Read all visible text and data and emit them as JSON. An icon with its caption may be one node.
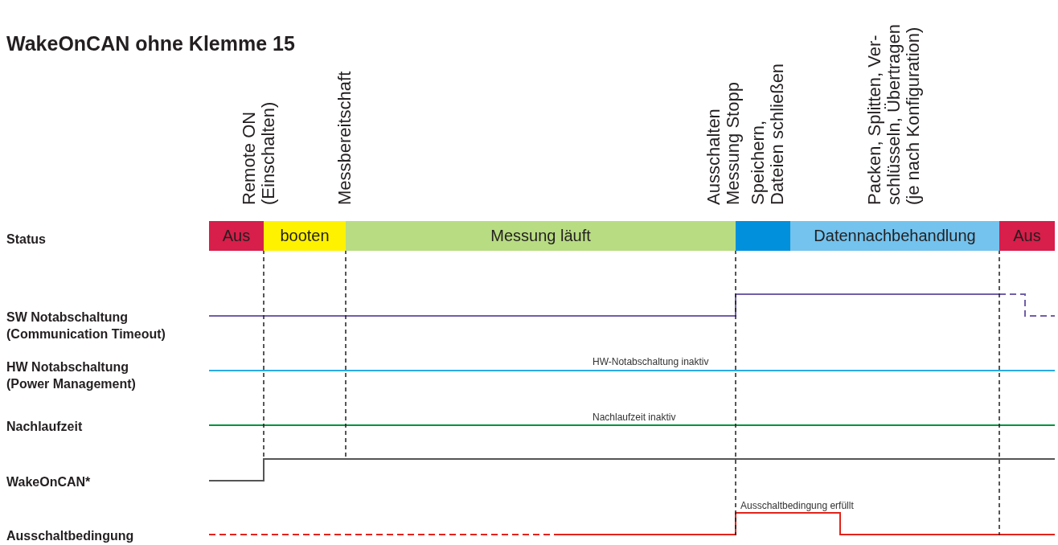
{
  "diagram": {
    "title": "WakeOnCAN ohne Klemme 15",
    "nodes": [
      {
        "text": [
          "Aus"
        ]
      },
      {
        "text": [
          "booten"
        ]
      },
      {
        "text": [
          "Messung läuft"
        ]
      },
      {
        "text": [],
        "shape": "bar"
      },
      {
        "text": [
          "Datennachbehandlung"
        ]
      },
      {
        "text": [
          "Aus"
        ]
      }
    ],
    "labels": [
      "Remote ON (Einschalten)",
      "Messbereitschaft",
      "Ausschalten Messung Stopp",
      "Speichern, Dateien schließen",
      "Packen, Splitten, Ver-schlüsseln, Übertragen (je nach Konfiguration)",
      "Status",
      "SW Notabschaltung (Communication Timeout)",
      "HW-Notabschaltung inaktiv",
      "HW Notabschaltung (Power Management)",
      "Nachlaufzeit inaktiv",
      "Nachlaufzeit",
      "WakeOnCAN*",
      "Ausschaltbedingung erfüllt",
      "Ausschaltbedingung"
    ]
  }
}
